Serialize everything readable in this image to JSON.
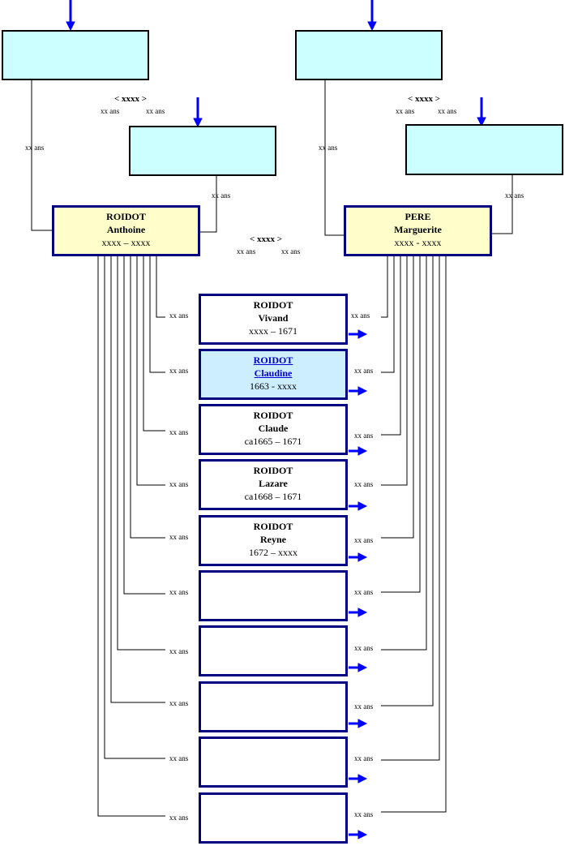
{
  "marriage_marker": "xxxx",
  "age_label": "xx ans",
  "father": {
    "surname": "ROIDOT",
    "given": "Anthoine",
    "dates": "xxxx – xxxx"
  },
  "mother": {
    "surname": "PERE",
    "given": "Marguerite",
    "dates": "xxxx - xxxx"
  },
  "children": [
    {
      "surname": "ROIDOT",
      "given": "Vivand",
      "dates": "xxxx – 1671"
    },
    {
      "surname": "ROIDOT",
      "given": "Claudine",
      "dates": "1663 - xxxx",
      "selected": true
    },
    {
      "surname": "ROIDOT",
      "given": "Claude",
      "dates": "ca1665 – 1671"
    },
    {
      "surname": "ROIDOT",
      "given": "Lazare",
      "dates": "ca1668 – 1671"
    },
    {
      "surname": "ROIDOT",
      "given": "Reyne",
      "dates": "1672 – xxxx"
    },
    {
      "surname": "",
      "given": "",
      "dates": ""
    },
    {
      "surname": "",
      "given": "",
      "dates": ""
    },
    {
      "surname": "",
      "given": "",
      "dates": ""
    },
    {
      "surname": "",
      "given": "",
      "dates": ""
    },
    {
      "surname": "",
      "given": "",
      "dates": ""
    }
  ],
  "colors": {
    "arrow": "#0000ff",
    "line": "#000000",
    "border_person": "#000080",
    "ancestor_fill": "#ccffff",
    "parent_fill": "#ffffcc",
    "selected_fill": "#cceeff"
  }
}
